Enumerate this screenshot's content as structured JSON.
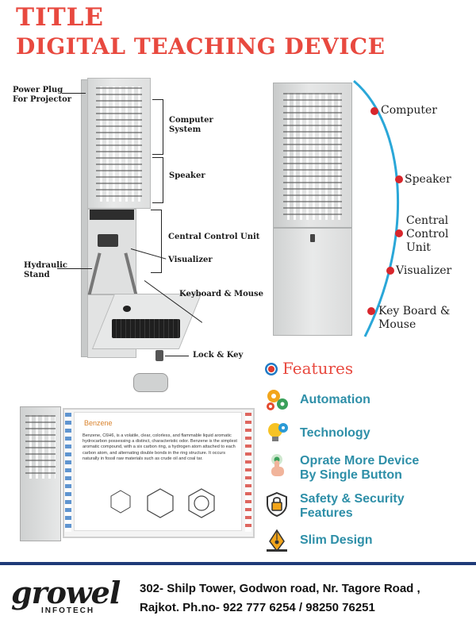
{
  "header": {
    "title_1": "TITLE",
    "title_2": "DIGITAL TEACHING DEVICE"
  },
  "left_diagram": {
    "power_plug": [
      "Power Plug",
      "For Projector"
    ],
    "computer_system": [
      "Computer",
      "System"
    ],
    "speaker": "Speaker",
    "central_control_unit": "Central Control Unit",
    "visualizer": "Visualizer",
    "hydraulic_stand": [
      "Hydraulic",
      "Stand"
    ],
    "keyboard_mouse": "Keyboard & Mouse",
    "lock_key": "Lock & Key"
  },
  "right_diagram": {
    "labels": [
      {
        "lines": [
          "Computer"
        ]
      },
      {
        "lines": [
          "Speaker"
        ]
      },
      {
        "lines": [
          "Central",
          "Control",
          "Unit"
        ]
      },
      {
        "lines": [
          "Visualizer"
        ]
      },
      {
        "lines": [
          "Key Board &",
          "Mouse"
        ]
      }
    ],
    "dot_color": "#d8262c",
    "arc_color": "#2aa7d8"
  },
  "features": {
    "heading": "Features",
    "items": [
      {
        "icon": "gears-icon",
        "lines": [
          "Automation"
        ]
      },
      {
        "icon": "lightbulb-gear-icon",
        "lines": [
          "Technology"
        ]
      },
      {
        "icon": "hand-touch-icon",
        "lines": [
          "Oprate More Device",
          "By Single Button"
        ]
      },
      {
        "icon": "shield-lock-icon",
        "lines": [
          "Safety & Security",
          "Features"
        ]
      },
      {
        "icon": "pen-nib-icon",
        "lines": [
          "Slim Design"
        ]
      }
    ],
    "text_color": "#2e8fa8",
    "heading_color": "#e8493f"
  },
  "board": {
    "slide_title": "Benzene",
    "slide_text": "Benzene, C6H6, is a volatile, clear, colorless, and flammable liquid aromatic hydrocarbon possessing a distinct, characteristic odor. Benzene is the simplest aromatic compound, with a six carbon ring, a hydrogen atom attached to each carbon atom, and alternating double bonds in the ring structure. It occurs naturally in fossil raw materials such as crude oil and coal tar."
  },
  "footer": {
    "logo": "growel",
    "logo_sub": "INFOTECH",
    "address_1": "302- Shilp Tower, Godwon road, Nr. Tagore Road ,",
    "address_2": "Rajkot. Ph.no- 922 777 6254 / 98250 76251"
  }
}
